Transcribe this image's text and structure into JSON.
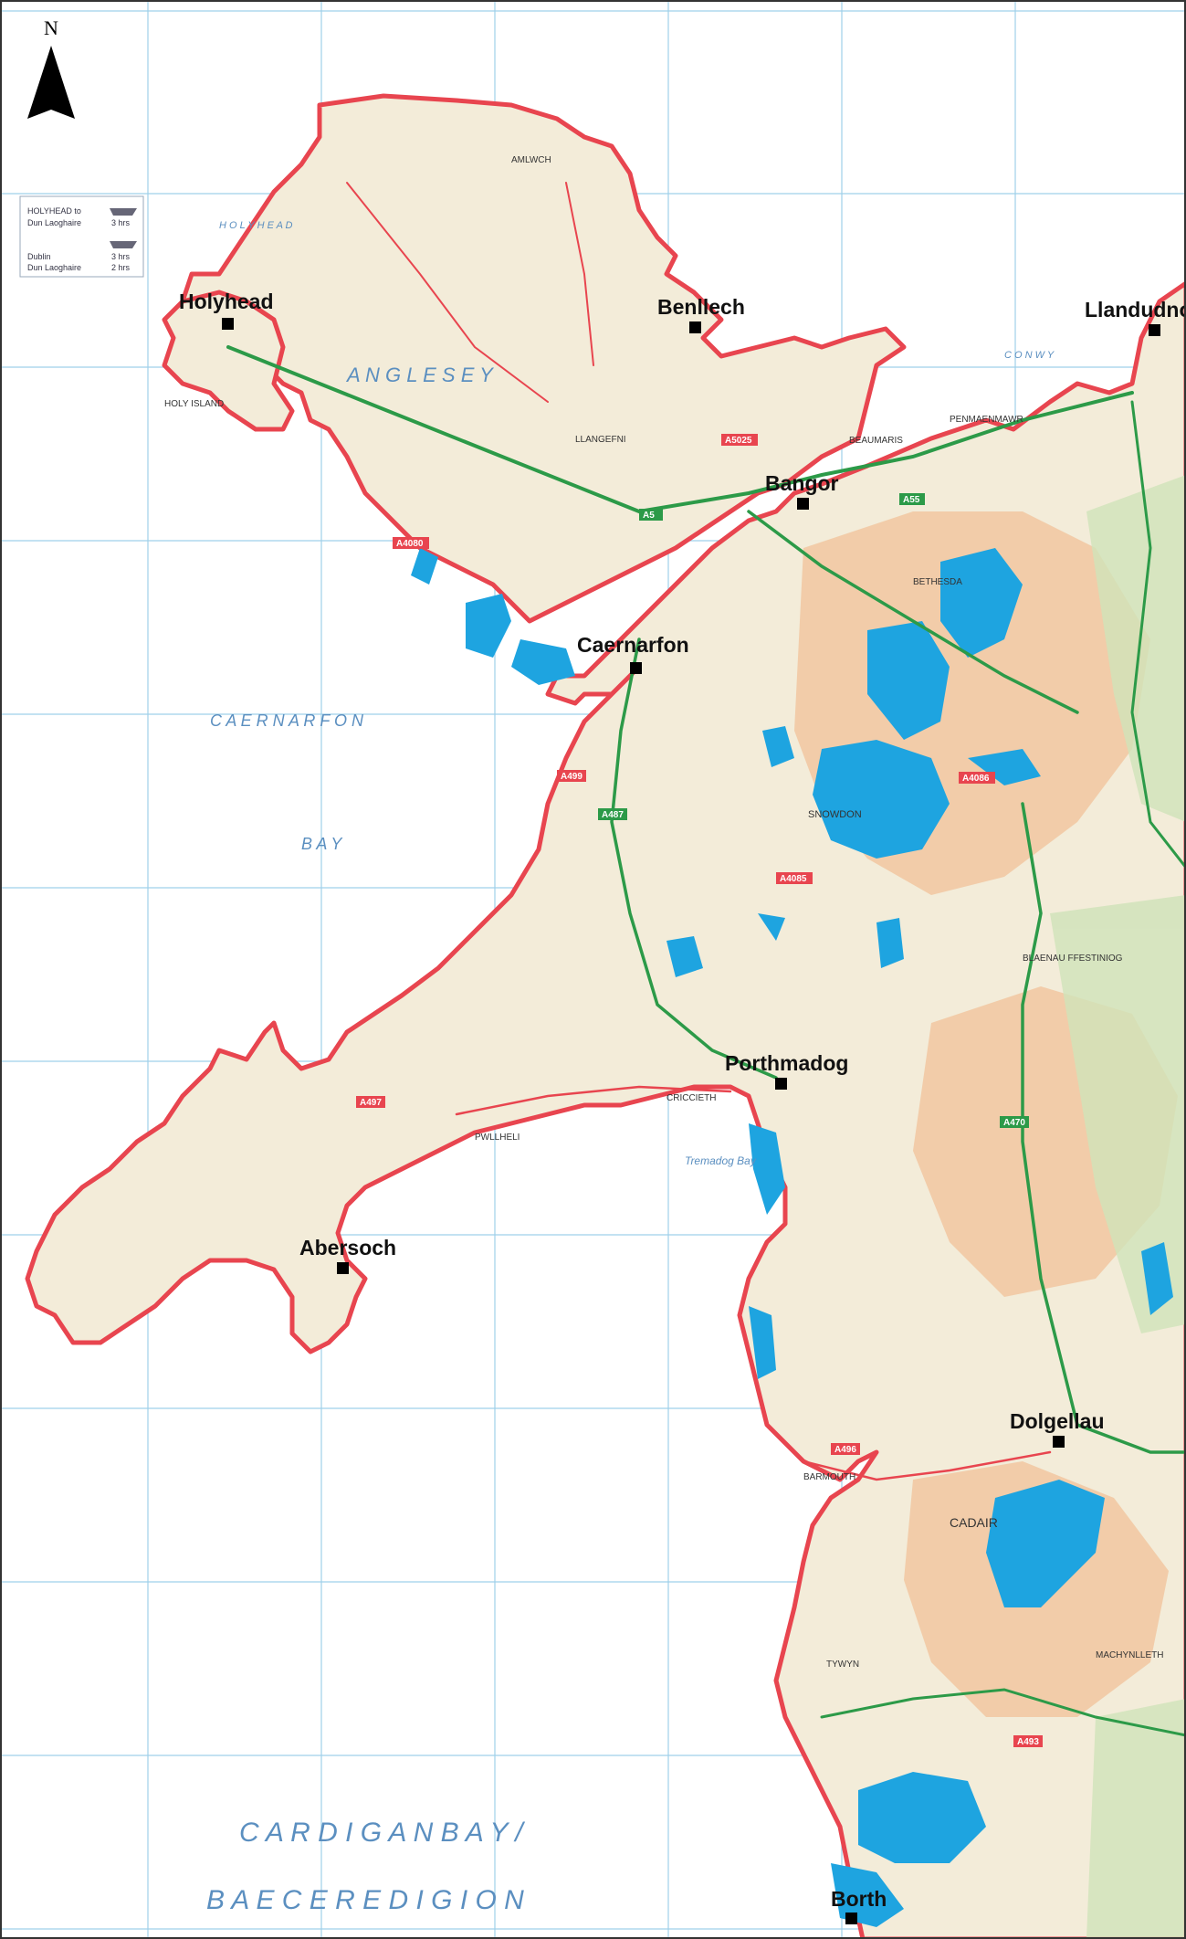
{
  "compass": {
    "label": "N"
  },
  "ferry_box": {
    "rows": [
      {
        "from": "HOLYHEAD to",
        "to": "Dun Laoghaire",
        "time": "3 hrs"
      },
      {
        "from": "Dublin",
        "to": "Dun Laoghaire",
        "time": "3 hrs"
      },
      {
        "from": "",
        "to": "",
        "time": "2 hrs"
      }
    ]
  },
  "towns": [
    {
      "name": "Holyhead"
    },
    {
      "name": "Benllech"
    },
    {
      "name": "Llandudno"
    },
    {
      "name": "Bangor"
    },
    {
      "name": "Caernarfon"
    },
    {
      "name": "Porthmadog"
    },
    {
      "name": "Abersoch"
    },
    {
      "name": "Dolgellau"
    },
    {
      "name": "Borth"
    }
  ],
  "sea_labels": {
    "caernarfon_bay": "C A E R N A R F O N",
    "bay": "B A Y",
    "cardigan_bay": "C A R D I G A N   B A Y /",
    "bae_ceredigion": "B A E   C E R E D I G I O N",
    "holyhead_bay": "H O L Y H E A D",
    "anglesey": "A N G L E S E Y",
    "conwy_bay": "C O N W Y",
    "tremadog_bay": "Tremadog Bay"
  },
  "road_labels": [
    "A5",
    "A55",
    "A5025",
    "A4080",
    "A487",
    "A499",
    "A497",
    "A470",
    "A496",
    "A493",
    "A4086",
    "A4085"
  ],
  "place_minor": [
    "AMLWCH",
    "BEAUMARIS",
    "PENMAENMAWR",
    "BETHESDA",
    "LLANGEFNI",
    "PWLLHELI",
    "CRICCIETH",
    "BARMOUTH",
    "TYWYN",
    "MACHYNLLETH",
    "BLAENAU FFESTINIOG",
    "HOLY ISLAND",
    "CADAIR",
    "SNOWDON"
  ],
  "colors": {
    "sea": "#ffffff",
    "land": "#f3ecd9",
    "coast": "#e8454f",
    "water": "#1ea4e0",
    "grid": "#9fd0ea",
    "mountain": "#f1c7a0",
    "green_road": "#2c9a48"
  }
}
